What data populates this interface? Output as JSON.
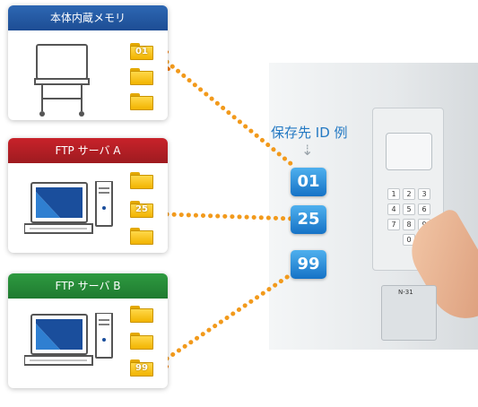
{
  "panels": [
    {
      "title": "本体内蔵メモリ",
      "folder_label": "01"
    },
    {
      "title": "FTP サーバ A",
      "folder_label": "25"
    },
    {
      "title": "FTP サーバ B",
      "folder_label": "99"
    }
  ],
  "id_example": {
    "title": "保存先 ID 例",
    "ids": [
      "01",
      "25",
      "99"
    ]
  },
  "panel_text": {
    "keypad_keys": [
      "1",
      "2",
      "3",
      "4",
      "5",
      "6",
      "7",
      "8",
      "9",
      "0"
    ],
    "unit_label": "N-31"
  },
  "colors": {
    "dots": "#f29a1c",
    "id_box": "#1f86d6",
    "blue_header": "#1d4d94",
    "red_header": "#b01e24",
    "green_header": "#248a36"
  }
}
